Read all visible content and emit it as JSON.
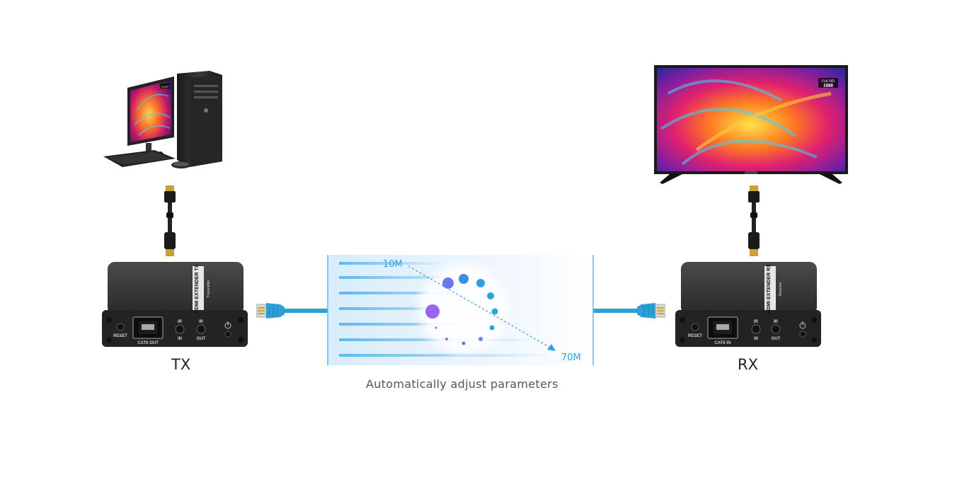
{
  "tx": {
    "label": "TX",
    "panel": {
      "reset": "RESET",
      "port": "CAT6 OUT",
      "ir_in_top": "IR",
      "ir_in_bot": "IN",
      "ir_out_top": "IR",
      "ir_out_bot": "OUT"
    },
    "side_text": "HDMI EXTENDER TX",
    "side_sub": "Transmitter"
  },
  "rx": {
    "label": "RX",
    "panel": {
      "reset": "RESET",
      "port": "CAT6 IN",
      "ir_in_top": "IR",
      "ir_in_bot": "IN",
      "ir_out_top": "IR",
      "ir_out_bot": "OUT"
    },
    "side_text": "HDMI EXTENDER RX",
    "side_sub": "Receiver"
  },
  "monitor_badge": "1080P",
  "tv_badge": {
    "line1": "Full HD",
    "line2": "1080"
  },
  "distance": {
    "start": "10M",
    "end": "70M"
  },
  "caption": "Automatically adjust parameters",
  "colors": {
    "accent": "#2ba3e0",
    "cable": "#2d9fd9",
    "device": "#2c2c2c"
  }
}
